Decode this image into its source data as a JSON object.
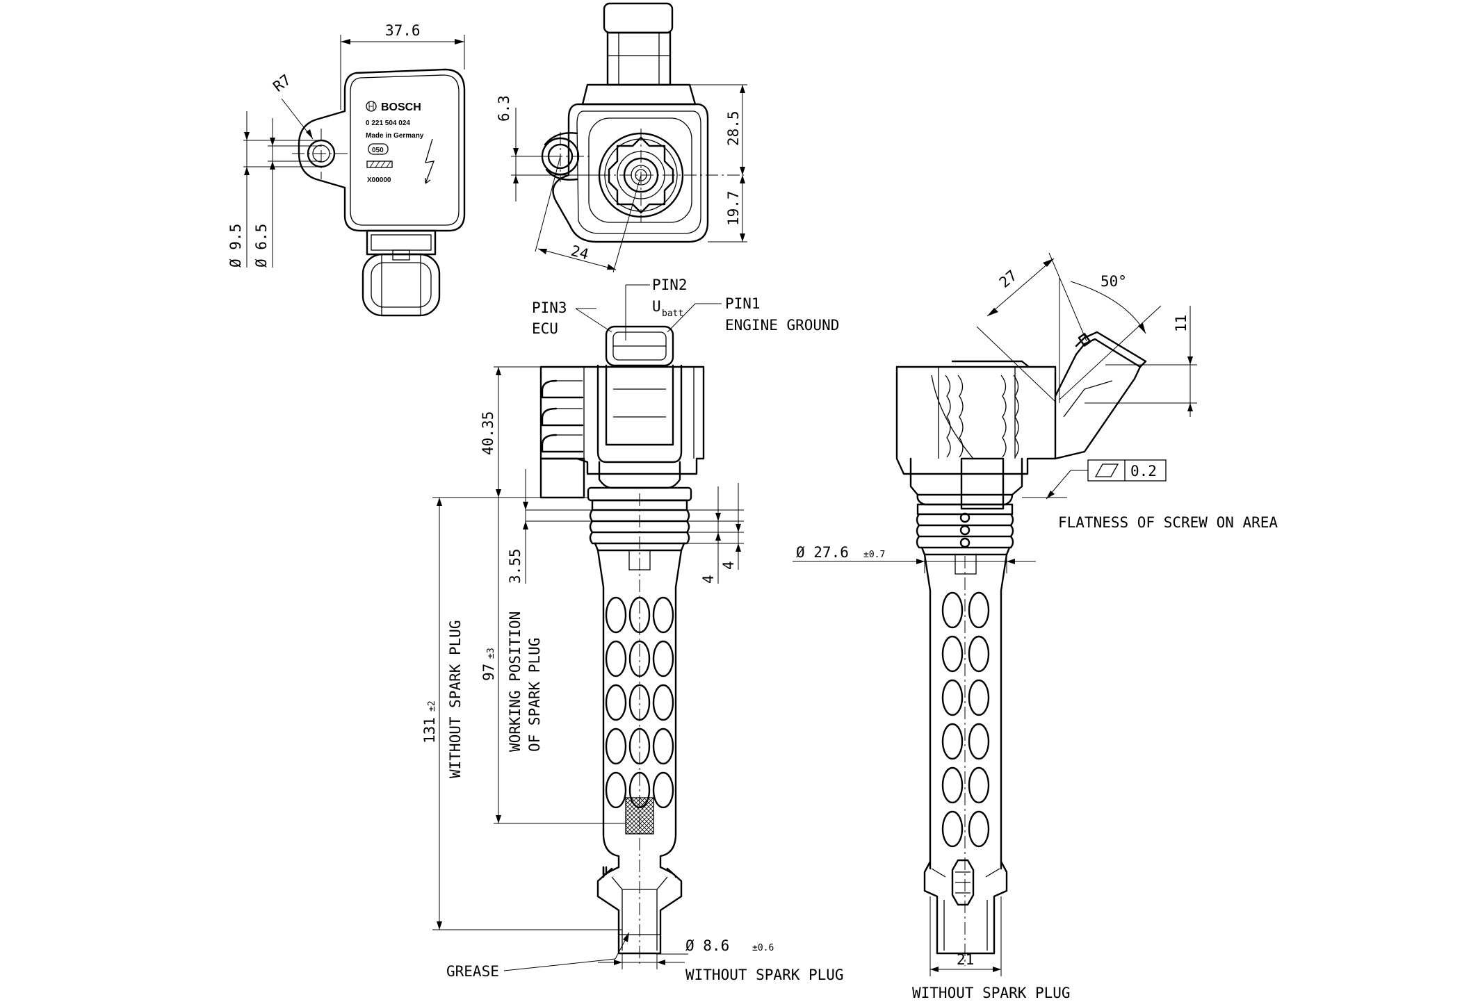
{
  "dimensions": {
    "top_width": "37.6",
    "radius": "R7",
    "bolt_hole_outer": "Ø 9.5",
    "bolt_hole_inner": "Ø 6.5",
    "offset_6_3": "6.3",
    "height_28_5": "28.5",
    "height_19_7": "19.7",
    "center_24": "24",
    "height_40_35": "40.35",
    "rib_3_55": "3.55",
    "rib_4a": "4",
    "rib_4b": "4",
    "overall_length": "131",
    "overall_tol": "±2",
    "working_length": "97",
    "working_tol": "±3",
    "bore_diameter": "Ø  27.6",
    "bore_tol": "±0.7",
    "tip_diameter": "Ø  8.6",
    "tip_tol": "±0.6",
    "tip_width": "21",
    "angle_27": "27",
    "angle_50": "50°",
    "rise_11": "11",
    "flatness_value": "0.2"
  },
  "labels": {
    "pin1": "PIN1",
    "pin1_desc": "ENGINE GROUND",
    "pin2": "PIN2",
    "pin2_u": "U",
    "pin2_sub": "batt",
    "pin3": "PIN3",
    "pin3_desc": "ECU",
    "without_spark_plug_vertical": "WITHOUT SPARK PLUG",
    "working_position_1": "WORKING POSITION",
    "working_position_2": "OF SPARK PLUG",
    "grease": "GREASE",
    "without_spark_plug_tip": "WITHOUT SPARK PLUG",
    "without_spark_plug_side": "WITHOUT SPARK PLUG",
    "flatness": "FLATNESS OF SCREW ON AREA"
  },
  "housing_marking": {
    "brand": "BOSCH",
    "part_number": "0 221 504 024",
    "origin": "Made in Germany",
    "code": "050",
    "serial": "X00000"
  }
}
